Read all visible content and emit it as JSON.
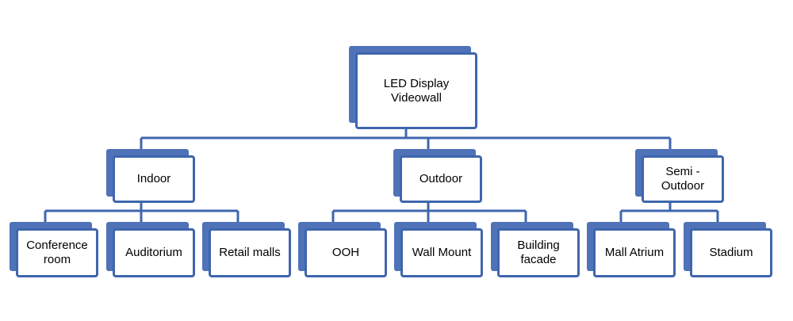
{
  "diagram": {
    "root": {
      "label": "LED Display\nVideowall"
    },
    "categories": [
      {
        "label": "Indoor",
        "children": [
          {
            "label": "Conference\nroom"
          },
          {
            "label": "Auditorium"
          },
          {
            "label": "Retail malls"
          }
        ]
      },
      {
        "label": "Outdoor",
        "children": [
          {
            "label": "OOH"
          },
          {
            "label": "Wall Mount"
          },
          {
            "label": "Building\nfacade"
          }
        ]
      },
      {
        "label": "Semi -\nOutdoor",
        "children": [
          {
            "label": "Mall Atrium"
          },
          {
            "label": "Stadium"
          }
        ]
      }
    ]
  },
  "colors": {
    "shadow": "#4f72b8",
    "border": "#3f66ad",
    "connector": "#3f66ad",
    "face": "#ffffff"
  }
}
